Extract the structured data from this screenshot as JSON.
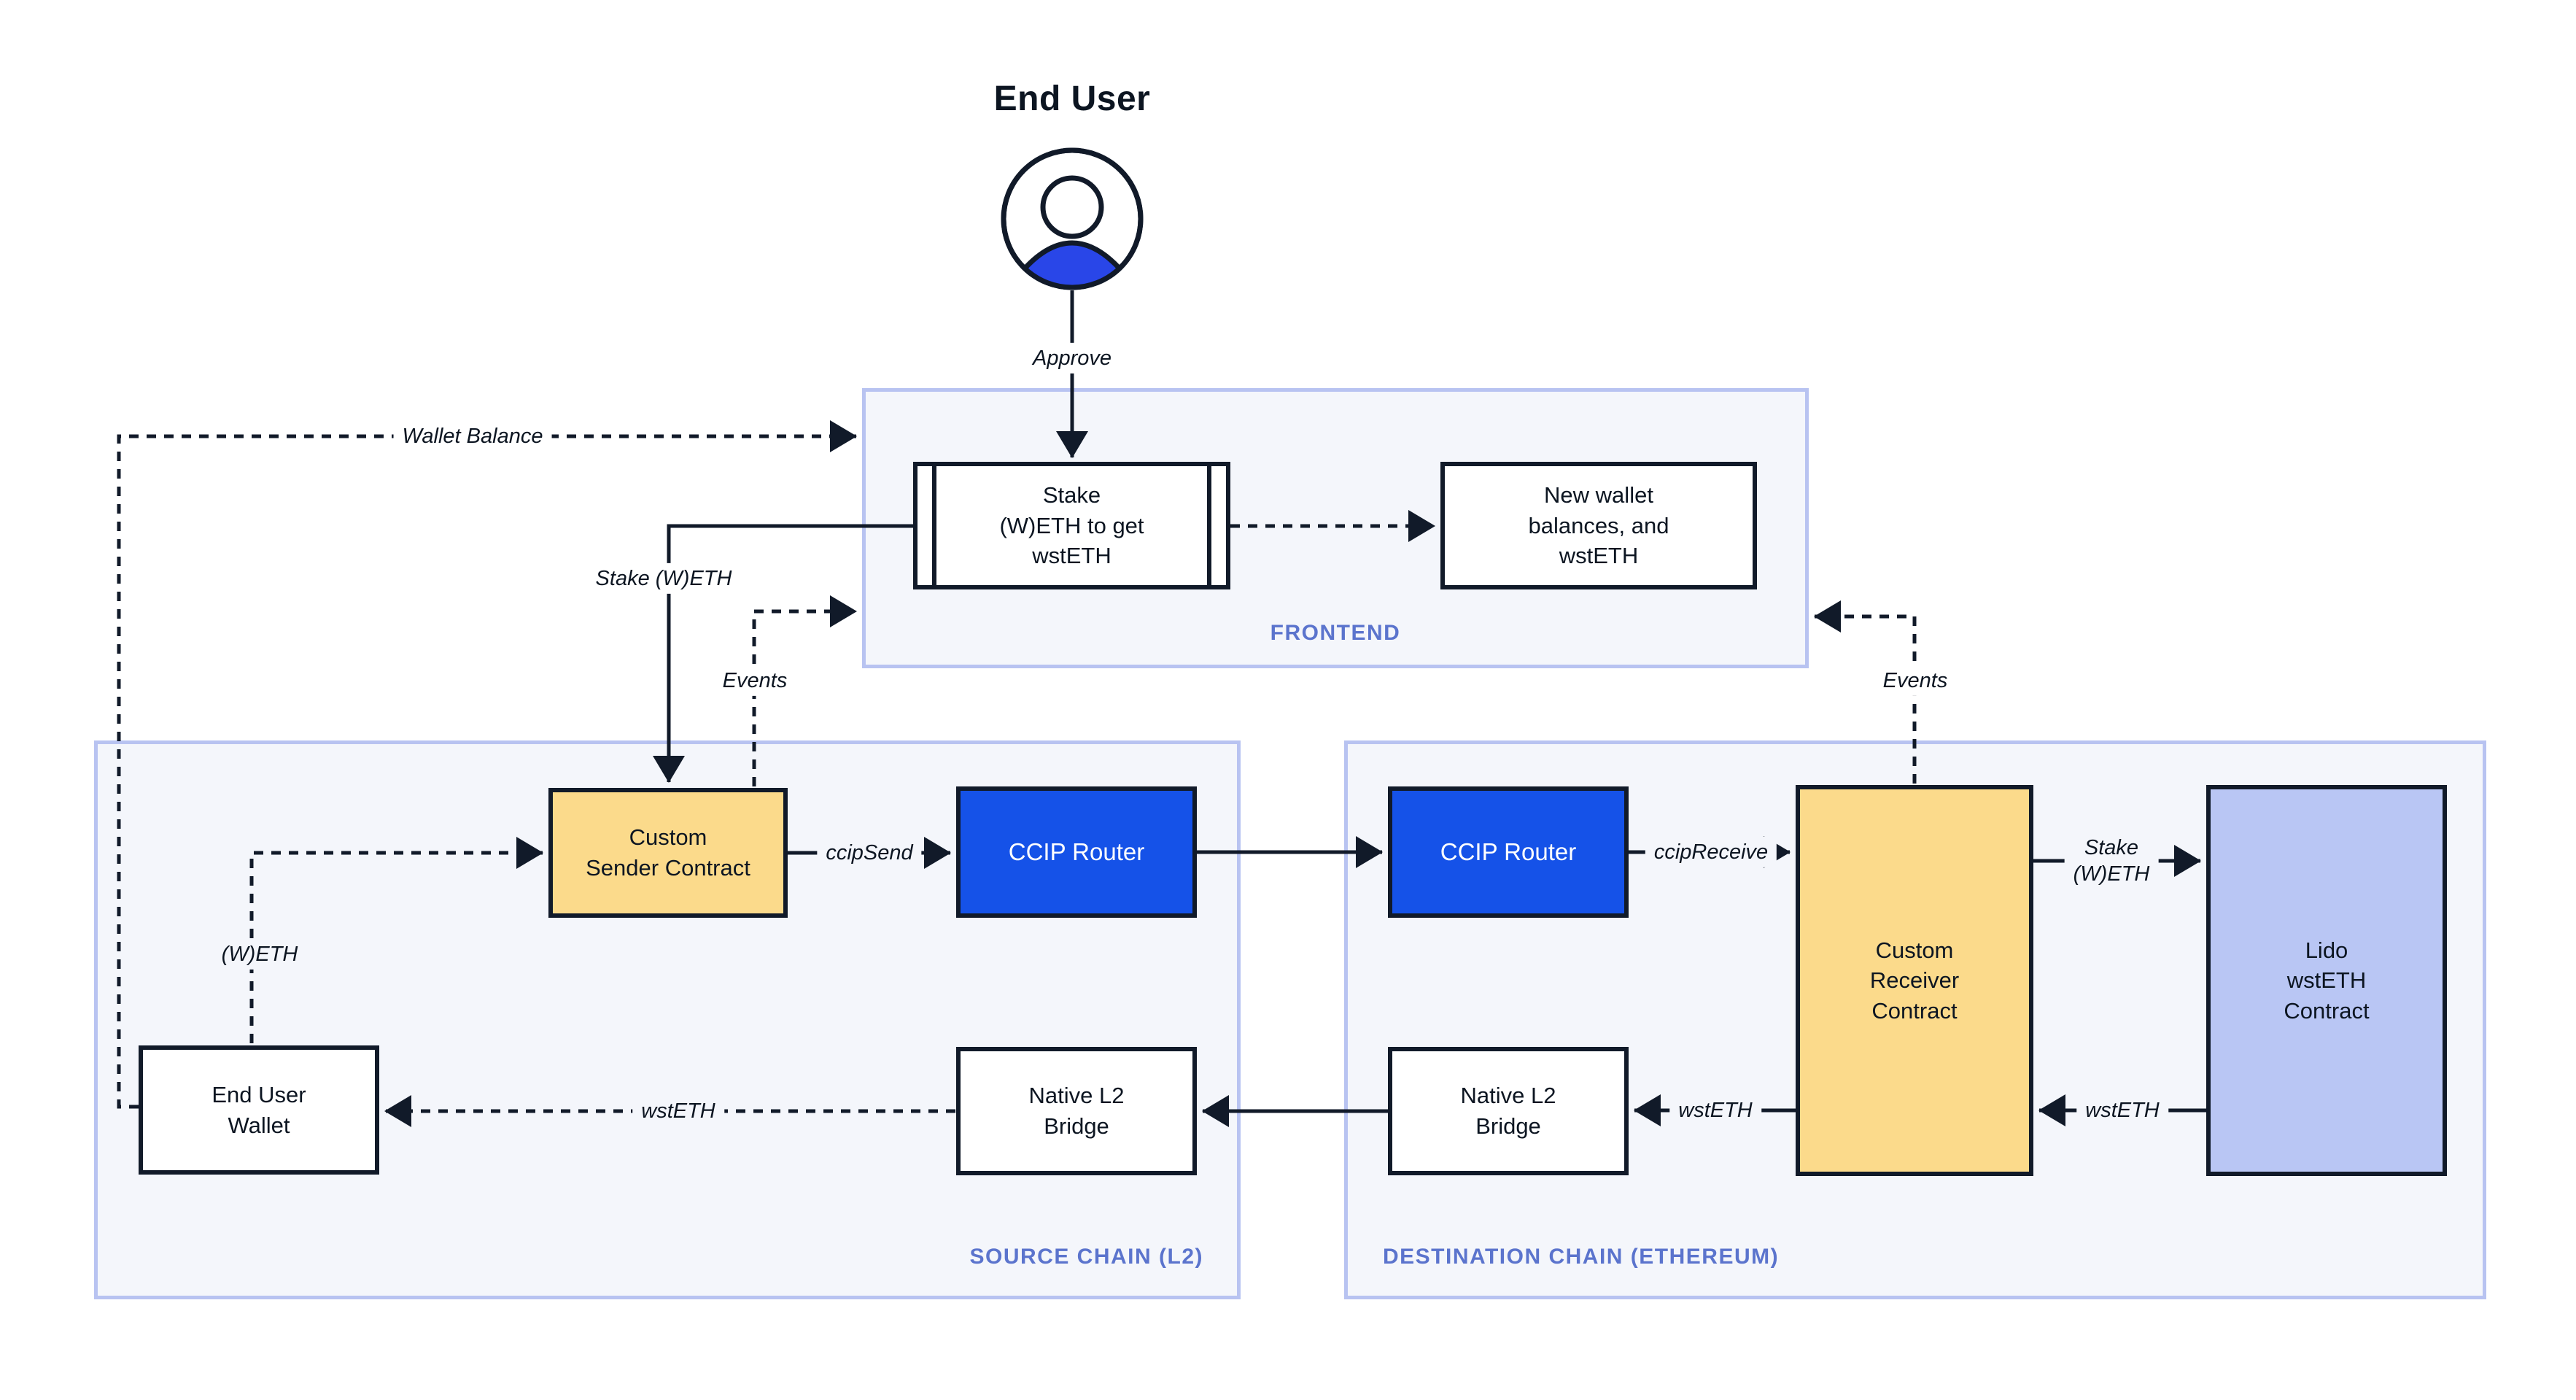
{
  "actor": {
    "label": "End User"
  },
  "frontend": {
    "section_label": "FRONTEND",
    "stake_box": "Stake\n(W)ETH to get\nwstETH",
    "new_wallet_box": "New wallet\nbalances, and\nwstETH"
  },
  "source_chain": {
    "section_label": "SOURCE CHAIN (L2)",
    "custom_sender": "Custom\nSender Contract",
    "ccip_router": "CCIP Router",
    "end_user_wallet": "End User\nWallet",
    "native_l2_bridge": "Native L2\nBridge"
  },
  "destination_chain": {
    "section_label": "DESTINATION CHAIN (ETHEREUM)",
    "ccip_router": "CCIP Router",
    "custom_receiver": "Custom\nReceiver\nContract",
    "lido_contract": "Lido\nwstETH\nContract",
    "native_l2_bridge": "Native L2\nBridge"
  },
  "edge_labels": {
    "approve": "Approve",
    "wallet_balance": "Wallet Balance",
    "stake_weth": "Stake (W)ETH",
    "events_left": "Events",
    "events_right": "Events",
    "ccip_send": "ccipSend",
    "ccip_receive": "ccipReceive",
    "weth": "(W)ETH",
    "wsteth_to_wallet": "wstETH",
    "wsteth_to_bridge": "wstETH",
    "wsteth_to_receiver": "wstETH",
    "stake_weth_dest": "Stake\n(W)ETH"
  },
  "colors": {
    "node_border": "#111a29",
    "line": "#111a29",
    "text": "#0c1521",
    "yellow_node": "#fbda8b",
    "blue_node": "#1552e8",
    "lavender_node": "#b9c6f4",
    "container_fill": "#f4f6fb",
    "container_border": "#b8c3f1",
    "section_label": "#5b74cd",
    "actor_blue": "#2946e8",
    "page_bg": "#ffffff"
  }
}
